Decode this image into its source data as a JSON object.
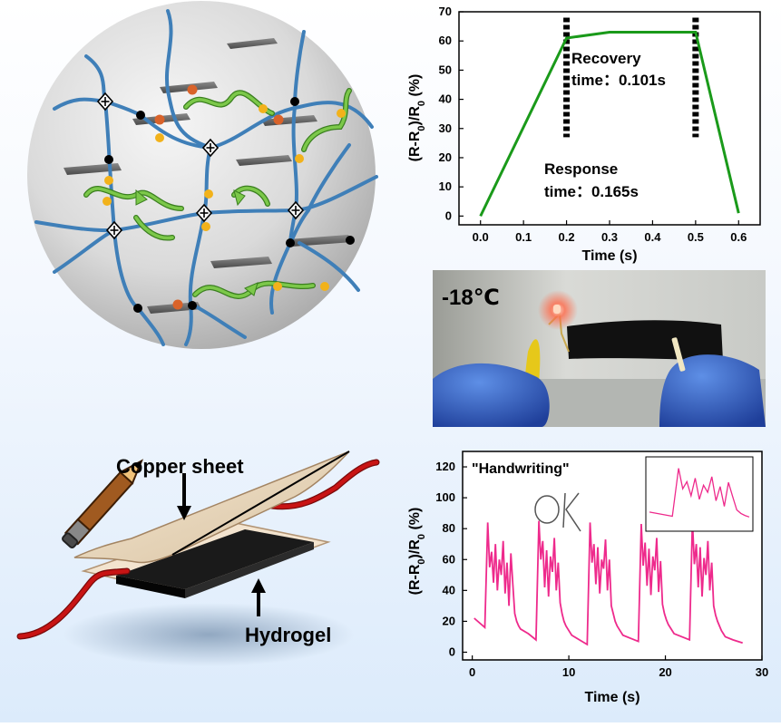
{
  "colors": {
    "chain": "#3f7fb8",
    "green_chain": "#6cc03a",
    "yellow_dot": "#f2b21b",
    "orange_dot": "#d9632a",
    "sheet": "#777777",
    "response_line": "#1a9a1a",
    "handwriting_line": "#ee2a8c",
    "wire": "#c81414",
    "copper": "#ecdcc4"
  },
  "icons": {
    "crosslink": "diamond-cross-icon",
    "pencil": "pencil-icon",
    "led": "led-light-icon"
  },
  "device": {
    "copper_label": "Copper sheet",
    "hydrogel_label": "Hydrogel"
  },
  "photo": {
    "temperature_label": "-18℃"
  },
  "chart_data": [
    {
      "type": "line",
      "name": "response-recovery",
      "x": [
        0.0,
        0.2,
        0.3,
        0.5,
        0.6
      ],
      "y": [
        0,
        61,
        63,
        63,
        1
      ],
      "xlim": [
        -0.05,
        0.65
      ],
      "ylim": [
        -3,
        70
      ],
      "xticks": [
        "0.0",
        "0.1",
        "0.2",
        "0.3",
        "0.4",
        "0.5",
        "0.6"
      ],
      "yticks": [
        "0",
        "10",
        "20",
        "30",
        "40",
        "50",
        "60",
        "70"
      ],
      "xlabel": "Time (s)",
      "ylabel": "(R-R0)/R0 (%)",
      "ylabel_parts": [
        "(R-R",
        "0",
        ")/R",
        "0",
        " (%)"
      ],
      "markers": [
        0.2,
        0.5
      ],
      "annotations": {
        "recovery_1": "Recovery",
        "recovery_2": "time：0.101s",
        "response_1": "Response",
        "response_2": "time：0.165s"
      }
    },
    {
      "type": "line",
      "name": "handwriting",
      "title": "\"Handwriting\"",
      "xlim": [
        -1,
        30
      ],
      "ylim": [
        -5,
        130
      ],
      "xticks": [
        "0",
        "10",
        "20",
        "30"
      ],
      "yticks": [
        "0",
        "20",
        "40",
        "60",
        "80",
        "100",
        "120"
      ],
      "xlabel": "Time (s)",
      "ylabel": "(R-R0)/R0 (%)",
      "ylabel_parts": [
        "(R-R",
        "0",
        ")/R",
        "0",
        " (%)"
      ],
      "handwritten_text": "OK",
      "peak_starts": [
        1.5,
        6.8,
        12.0,
        17.7,
        23.3
      ],
      "x": [
        0.2,
        1.3,
        1.6,
        1.8,
        2.0,
        2.2,
        2.4,
        2.6,
        2.8,
        3.0,
        3.2,
        3.4,
        3.6,
        3.8,
        4.0,
        4.2,
        4.4,
        4.6,
        4.8,
        5.0,
        5.8,
        6.6,
        6.9,
        7.1,
        7.3,
        7.5,
        7.7,
        7.9,
        8.1,
        8.3,
        8.5,
        8.7,
        8.9,
        9.1,
        9.3,
        9.5,
        9.7,
        9.9,
        10.1,
        10.3,
        11.1,
        11.9,
        12.2,
        12.4,
        12.6,
        12.8,
        13.0,
        13.2,
        13.4,
        13.6,
        13.8,
        14.0,
        14.2,
        14.4,
        14.6,
        14.8,
        15.0,
        15.2,
        15.4,
        15.6,
        16.4,
        17.2,
        17.5,
        17.7,
        17.9,
        18.1,
        18.3,
        18.5,
        18.7,
        18.9,
        19.1,
        19.3,
        19.5,
        19.7,
        19.9,
        20.1,
        20.3,
        20.5,
        20.7,
        20.9,
        21.7,
        22.5,
        22.8,
        23.0,
        23.2,
        23.4,
        23.6,
        23.8,
        24.0,
        24.2,
        24.4,
        24.6,
        24.8,
        25.0,
        25.2,
        25.4,
        25.6,
        25.8,
        26.0,
        26.2,
        27.0,
        28.0
      ],
      "y": [
        22,
        16,
        84,
        55,
        65,
        45,
        70,
        40,
        60,
        50,
        72,
        38,
        58,
        30,
        64,
        44,
        25,
        20,
        17,
        15,
        12,
        8,
        85,
        60,
        72,
        42,
        66,
        36,
        62,
        52,
        74,
        40,
        58,
        32,
        25,
        20,
        17,
        15,
        13,
        11,
        8,
        5,
        84,
        58,
        70,
        44,
        68,
        38,
        60,
        54,
        73,
        40,
        60,
        30,
        25,
        20,
        17,
        15,
        13,
        11,
        9,
        7,
        83,
        56,
        71,
        43,
        67,
        37,
        62,
        53,
        74,
        39,
        59,
        31,
        25,
        21,
        18,
        16,
        14,
        12,
        10,
        8,
        85,
        57,
        70,
        42,
        68,
        36,
        61,
        50,
        72,
        40,
        58,
        30,
        24,
        20,
        17,
        14,
        12,
        10,
        8,
        6
      ]
    }
  ]
}
